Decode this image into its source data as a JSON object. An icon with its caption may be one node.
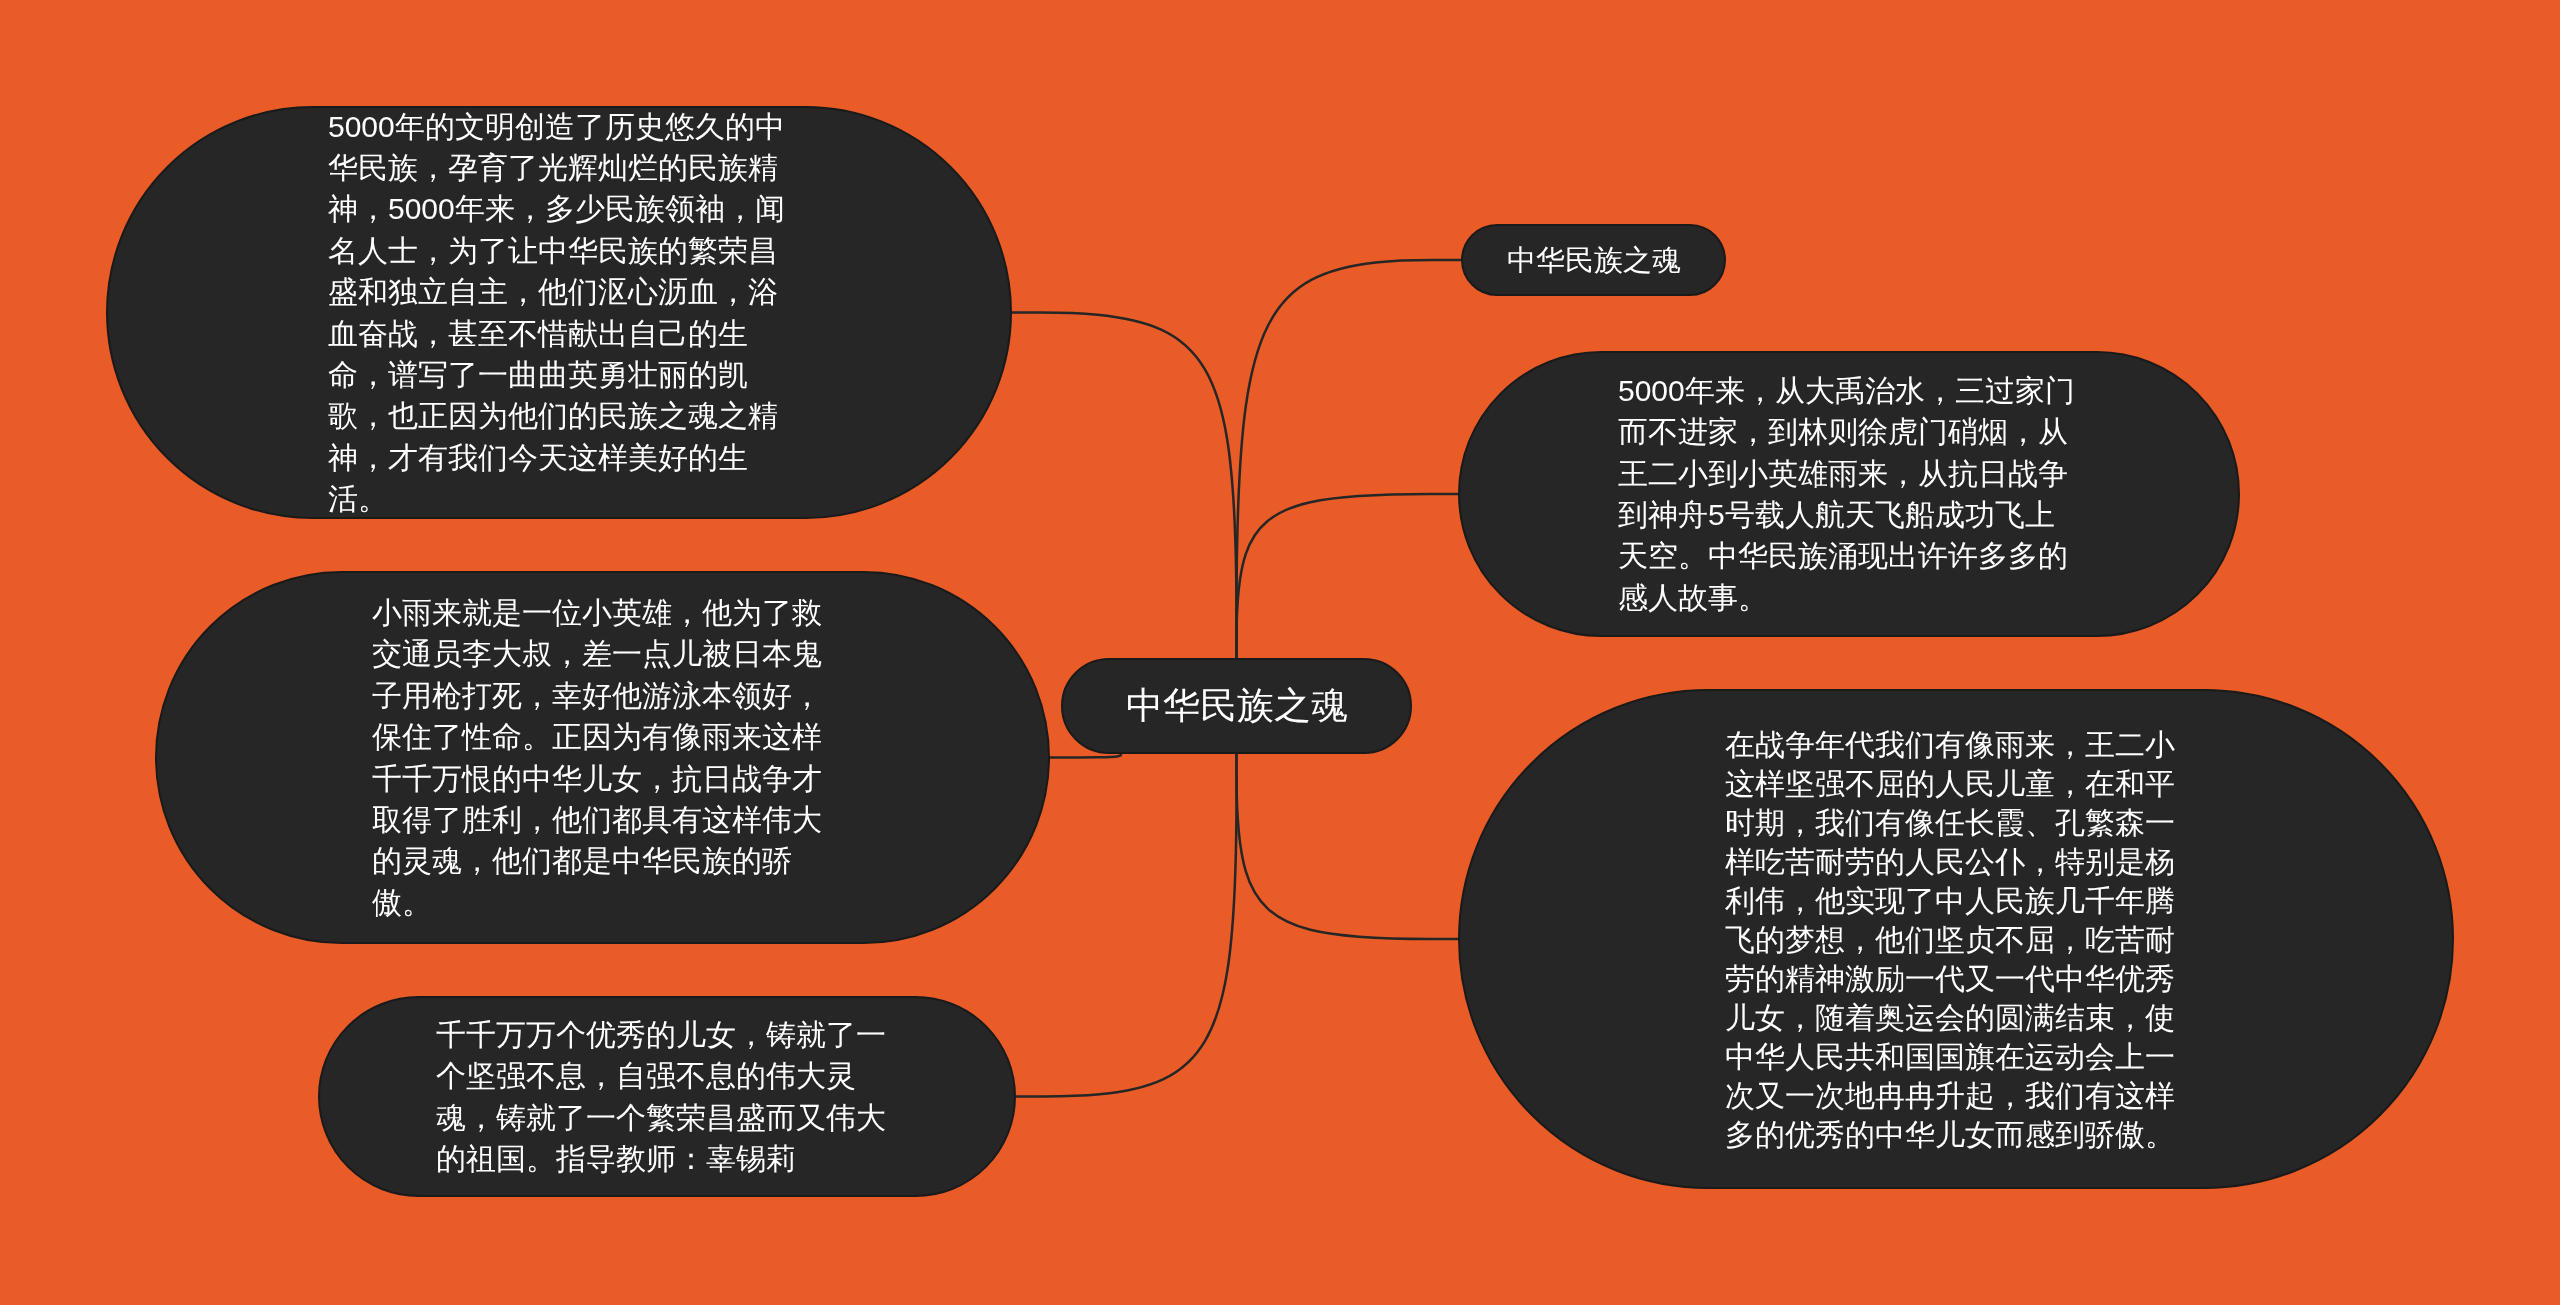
{
  "diagram": {
    "nodes": [
      {
        "text": [
          "中华民族之魂"
        ]
      },
      {
        "text": [
          "5000年的文明创造了历史悠久的中华民族，孕育了光辉灿烂的民族精神，5000年来，多少民族领袖，闻名人士，为了让中华民族的繁荣昌盛和独立自主，他们沤心沥血，浴血奋战，甚至不惜献出自己的生命，谱写了一曲曲英勇壮丽的凯歌，也正因为他们的民族之魂之精神，才有我们今天这样美好的生活。"
        ]
      },
      {
        "text": [
          "小雨来就是一位小英雄，他为了救交通员李大叔，差一点儿被日本鬼子用枪打死，幸好他游泳本领好，保住了性命。正因为有像雨来这样千千万恨的中华儿女，抗日战争才取得了胜利，他们都具有这样伟大的灵魂，他们都是中华民族的骄傲。"
        ]
      },
      {
        "text": [
          "千千万万个优秀的儿女，铸就了一个坚强不息，自强不息的伟大灵魂，铸就了一个繁荣昌盛而又伟大的祖国。指导教师：辜锡莉"
        ]
      },
      {
        "text": [
          "中华民族之魂"
        ]
      },
      {
        "text": [
          "5000年来，从大禹治水，三过家门而不进家，到林则徐虎门硝烟，从王二小到小英雄雨来，从抗日战争到神舟5号载人航天飞船成功飞上天空。中华民族涌现出许许多多的感人故事。"
        ]
      },
      {
        "text": [
          "在战争年代我们有像雨来，王二小这样坚强不屈的人民儿童，在和平时期，我们有像任长霞、孔繁森一样吃苦耐劳的人民公仆，特别是杨利伟，他实现了中人民族几千年腾飞的梦想，他们坚贞不屈，吃苦耐劳的精神激励一代又一代中华优秀儿女，随着奥运会的圆满结束，使中华人民共和国国旗在运动会上一次又一次地冉冉升起，我们有这样多的优秀的中华儿女而感到骄傲。"
        ]
      }
    ],
    "edges": [
      {
        "from": 0,
        "to": 1,
        "arrow": "none"
      },
      {
        "from": 0,
        "to": 2,
        "arrow": "none"
      },
      {
        "from": 0,
        "to": 3,
        "arrow": "none"
      },
      {
        "from": 0,
        "to": 4,
        "arrow": "none"
      },
      {
        "from": 0,
        "to": 5,
        "arrow": "none"
      },
      {
        "from": 0,
        "to": 6,
        "arrow": "none"
      }
    ]
  }
}
